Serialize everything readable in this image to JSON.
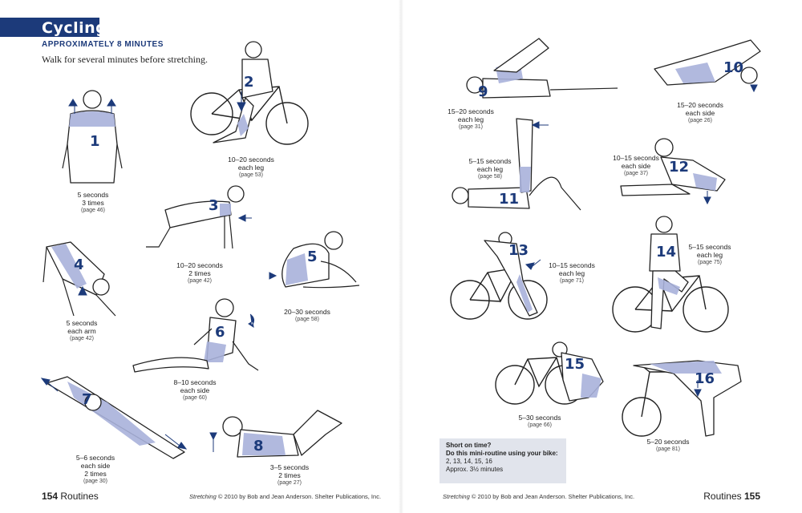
{
  "header": {
    "title": "Cycling",
    "subtitle": "APPROXIMATELY 8 MINUTES",
    "intro": "Walk for several minutes before stretching."
  },
  "stretches": [
    {
      "number": "1",
      "lines": [
        "5 seconds",
        "3 times"
      ],
      "page": "(page 46)"
    },
    {
      "number": "2",
      "lines": [
        "10–20 seconds",
        "each leg"
      ],
      "page": "(page 53)"
    },
    {
      "number": "3",
      "lines": [
        "10–20 seconds",
        "2 times"
      ],
      "page": "(page 42)"
    },
    {
      "number": "4",
      "lines": [
        "5 seconds",
        "each arm"
      ],
      "page": "(page 42)"
    },
    {
      "number": "5",
      "lines": [
        "20–30 seconds"
      ],
      "page": "(page 58)"
    },
    {
      "number": "6",
      "lines": [
        "8–10 seconds",
        "each side"
      ],
      "page": "(page 60)"
    },
    {
      "number": "7",
      "lines": [
        "5–6 seconds",
        "each side",
        "2 times"
      ],
      "page": "(page 30)"
    },
    {
      "number": "8",
      "lines": [
        "3–5 seconds",
        "2 times"
      ],
      "page": "(page 27)"
    },
    {
      "number": "9",
      "lines": [
        "15–20 seconds",
        "each leg"
      ],
      "page": "(page 31)"
    },
    {
      "number": "10",
      "lines": [
        "15–20 seconds",
        "each side"
      ],
      "page": "(page 26)"
    },
    {
      "number": "11",
      "lines": [
        "5–15 seconds",
        "each leg"
      ],
      "page": "(page 58)"
    },
    {
      "number": "12",
      "lines": [
        "10–15 seconds",
        "each side"
      ],
      "page": "(page 37)"
    },
    {
      "number": "13",
      "lines": [
        "10–15 seconds",
        "each leg"
      ],
      "page": "(page 71)"
    },
    {
      "number": "14",
      "lines": [
        "5–15 seconds",
        "each leg"
      ],
      "page": "(page 75)"
    },
    {
      "number": "15",
      "lines": [
        "5–30 seconds"
      ],
      "page": "(page 66)"
    },
    {
      "number": "16",
      "lines": [
        "5–20 seconds"
      ],
      "page": "(page 81)"
    }
  ],
  "mini_routine": {
    "line1": "Short on time?",
    "line2": "Do this mini-routine using your bike:",
    "sequence": "2, 13, 14, 15, 16",
    "duration": "Approx. 3½ minutes"
  },
  "footer": {
    "left_page_number": "154",
    "left_section": "Routines",
    "right_section": "Routines",
    "right_page_number": "155",
    "copyright_title": "Stretching",
    "copyright_text": " © 2010 by Bob and Jean Anderson. Shelter Publications, Inc."
  }
}
